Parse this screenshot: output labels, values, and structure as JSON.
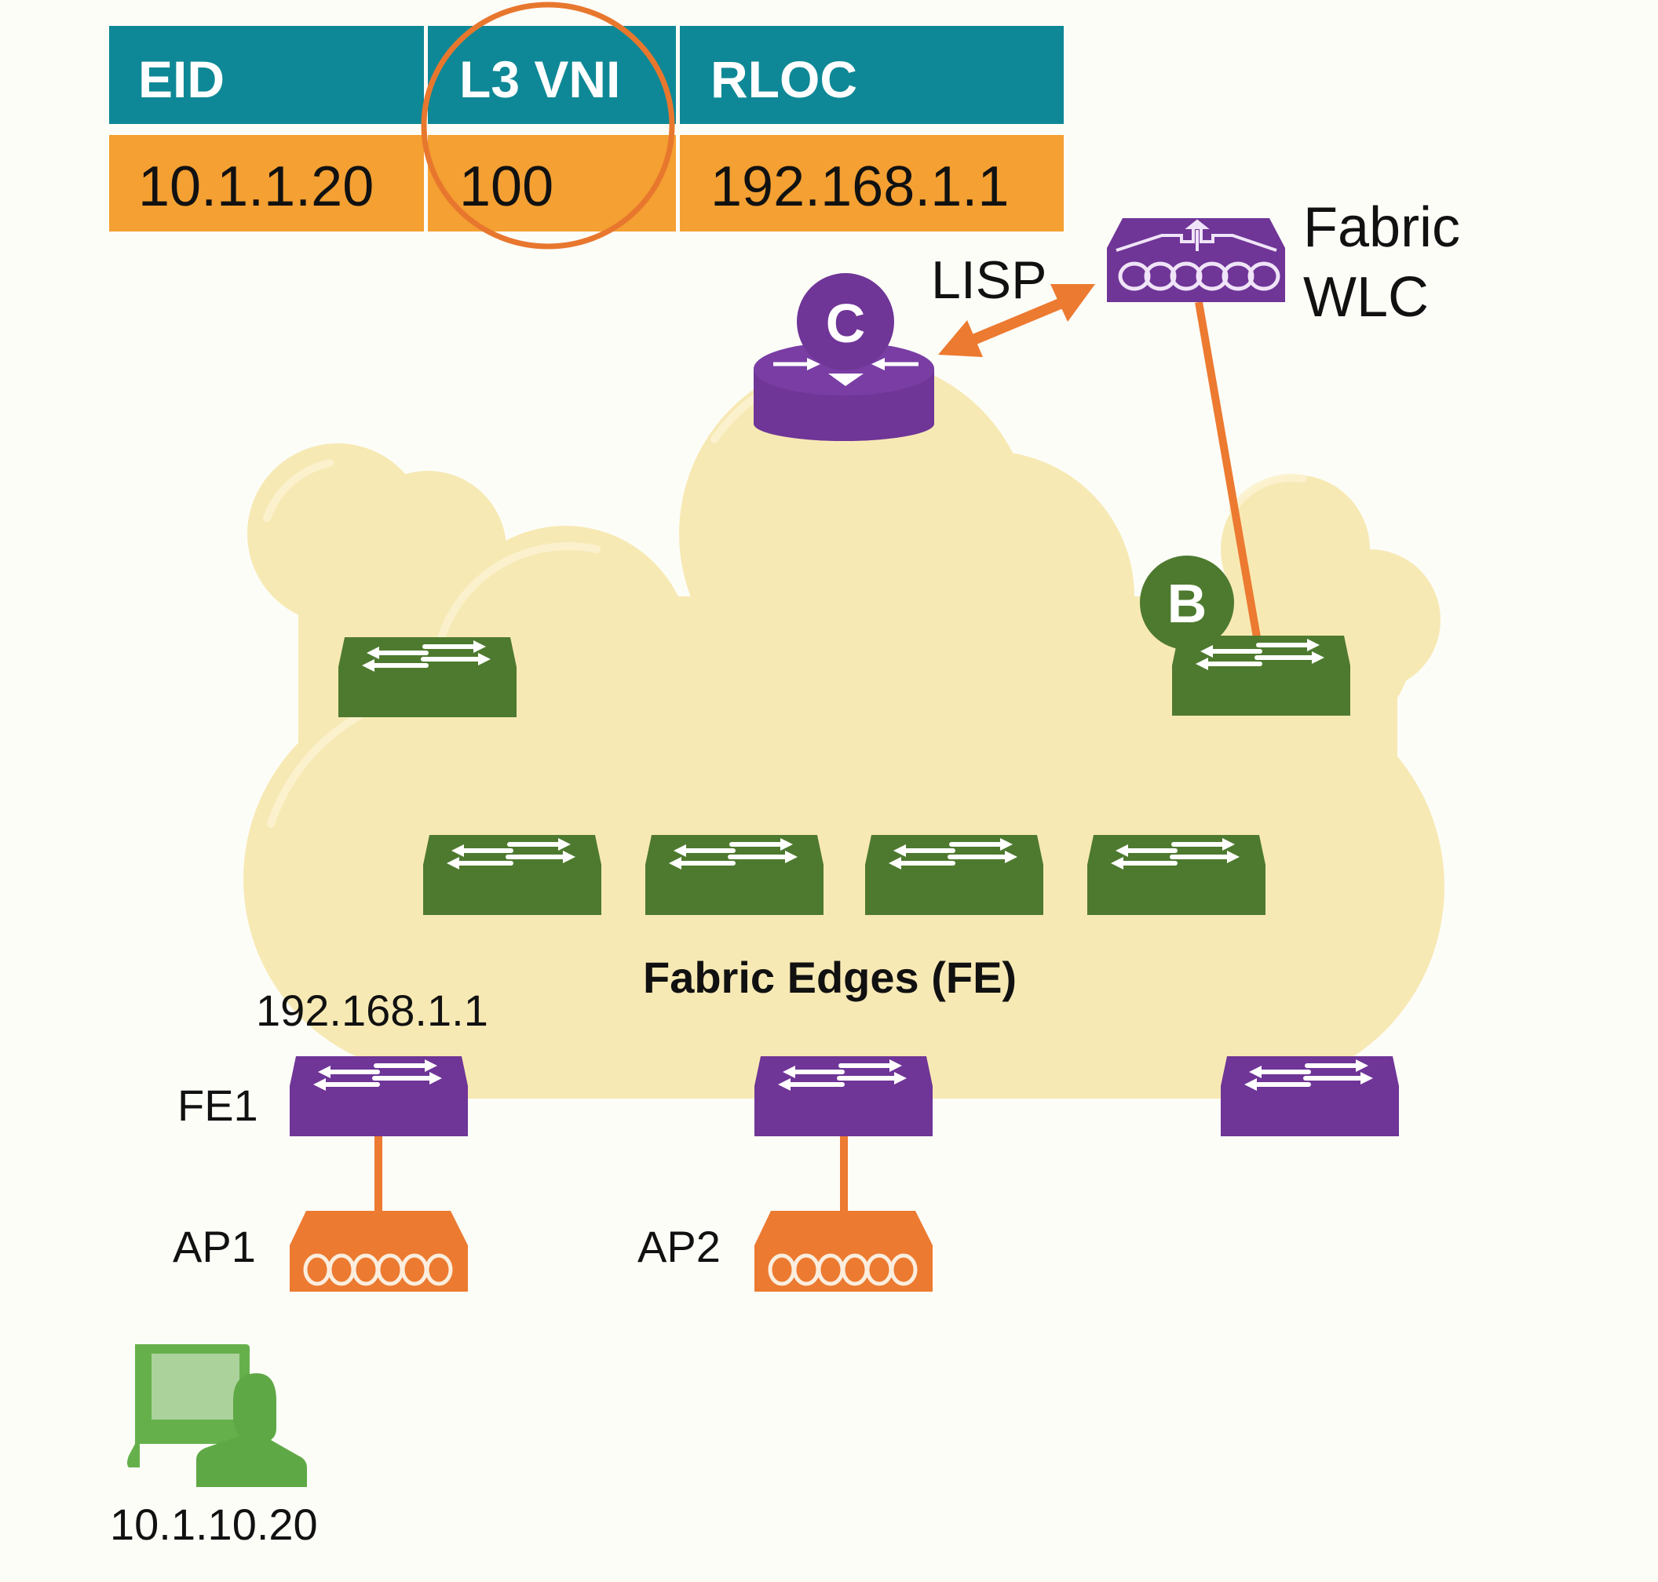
{
  "mapping_table": {
    "headers": [
      "EID",
      "L3 VNI",
      "RLOC"
    ],
    "row": [
      "10.1.1.20",
      "100",
      "192.168.1.1"
    ],
    "highlighted_column": "L3 VNI"
  },
  "control_plane": {
    "badge": "C",
    "role": "control-plane-node"
  },
  "border": {
    "badge": "B",
    "role": "border-node"
  },
  "lisp_link": {
    "label": "LISP"
  },
  "wlc": {
    "label_line1": "Fabric",
    "label_line2": "WLC"
  },
  "fabric_edges": {
    "caption": "Fabric Edges (FE)",
    "fe1_label": "FE1",
    "fe1_rloc": "192.168.1.1"
  },
  "access_points": [
    {
      "label": "AP1"
    },
    {
      "label": "AP2"
    }
  ],
  "client": {
    "ip": "10.1.10.20"
  },
  "colors": {
    "table_header": "#0e8896",
    "table_row": "#f4a032",
    "highlight_ring": "#e8772e",
    "fabric_switch": "#4e7a2f",
    "edge_switch": "#6f3597",
    "access_point": "#ec7a30",
    "link": "#ec7a30",
    "cloud": "#f7e9b4",
    "client": "#66b04c"
  }
}
